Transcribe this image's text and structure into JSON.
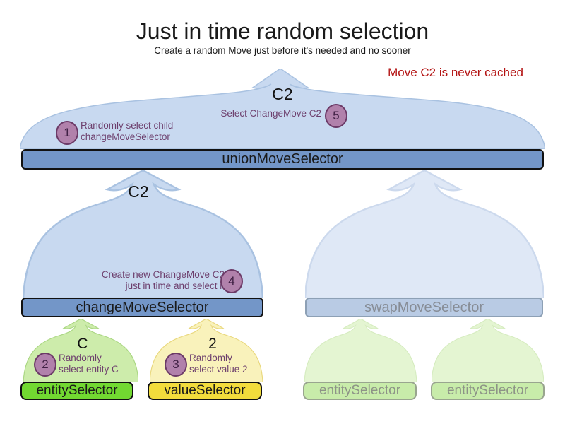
{
  "title": "Just in time random selection",
  "subtitle": "Create a random Move just before it's needed and no sooner",
  "annotation": {
    "text": "Move C2 is never cached",
    "color": "#b31212"
  },
  "union_flow": {
    "move_label": "C2",
    "selector_label": "unionMoveSelector",
    "step1": {
      "num": "1",
      "line1": "Randomly select child",
      "line2": "changeMoveSelector"
    },
    "step5": {
      "num": "5",
      "text": "Select ChangeMove C2"
    }
  },
  "change_flow": {
    "move_label": "C2",
    "selector_label": "changeMoveSelector",
    "step4": {
      "num": "4",
      "line1": "Create new ChangeMove C2",
      "line2": "just in time and select it"
    }
  },
  "swap_flow": {
    "selector_label": "swapMoveSelector"
  },
  "entity_flow": {
    "move_label": "C",
    "selector_label": "entitySelector",
    "step2": {
      "num": "2",
      "line1": "Randomly",
      "line2": "select entity C"
    }
  },
  "value_flow": {
    "move_label": "2",
    "selector_label": "valueSelector",
    "step3": {
      "num": "3",
      "line1": "Randomly",
      "line2": "select value 2"
    }
  },
  "faded_flows": {
    "items": [
      {
        "label": "entitySelector"
      },
      {
        "label": "entitySelector"
      }
    ]
  },
  "colors": {
    "blue_box": "#7396c8",
    "blue_dome": "#c8d9f0",
    "faded_blue_box": "#b9cbe4",
    "faded_blue_dome": "#dfe8f6",
    "green_box": "#72d931",
    "green_dome": "#cdecab",
    "yellow_box": "#f2dc3c",
    "yellow_dome": "#f9f2bb",
    "faded_green_box": "#c8ecaa",
    "faded_green_dome": "#e4f5d2",
    "step_circle": "#b181ab",
    "purple_text": "#6d3f6d",
    "red_text": "#b31212"
  }
}
